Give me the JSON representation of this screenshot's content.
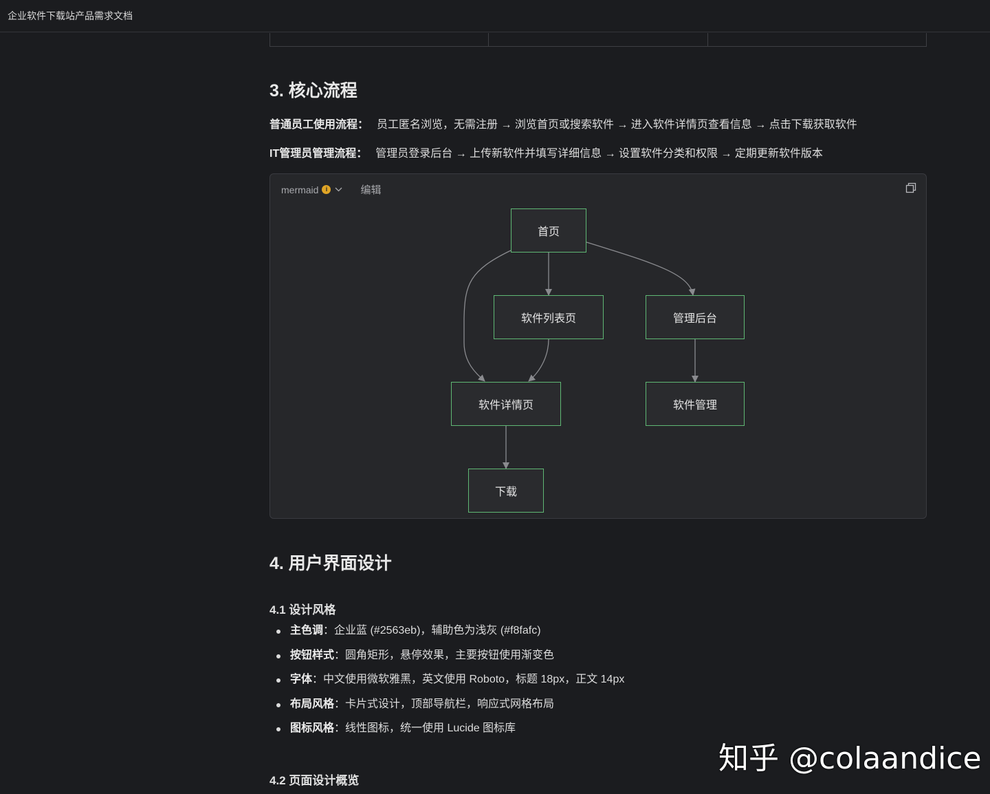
{
  "window": {
    "title": "企业软件下载站产品需求文档"
  },
  "section3": {
    "heading": "3. 核心流程",
    "flows": [
      {
        "label": "普通员工使用流程：",
        "text": "员工匿名浏览，无需注册 → 浏览首页或搜索软件 → 进入软件详情页查看信息 → 点击下载获取软件"
      },
      {
        "label": "IT管理员管理流程：",
        "text": "管理员登录后台 → 上传新软件并填写详细信息 → 设置软件分类和权限 → 定期更新软件版本"
      }
    ]
  },
  "mermaid": {
    "lang_label": "mermaid",
    "info_badge": "i",
    "edit_label": "编辑",
    "icons": {
      "dropdown": "chevron-down-icon",
      "copy": "copy-icon"
    },
    "colors": {
      "node_border": "#5fb874",
      "node_fill": "#2a2b2e",
      "edge": "#8a8b8f"
    },
    "nodes": [
      {
        "id": "home",
        "label": "首页"
      },
      {
        "id": "list",
        "label": "软件列表页"
      },
      {
        "id": "admin",
        "label": "管理后台"
      },
      {
        "id": "detail",
        "label": "软件详情页"
      },
      {
        "id": "manage",
        "label": "软件管理"
      },
      {
        "id": "download",
        "label": "下载"
      }
    ],
    "edges": [
      {
        "from": "home",
        "to": "list"
      },
      {
        "from": "home",
        "to": "admin"
      },
      {
        "from": "home",
        "to": "detail"
      },
      {
        "from": "list",
        "to": "detail"
      },
      {
        "from": "admin",
        "to": "manage"
      },
      {
        "from": "detail",
        "to": "download"
      }
    ]
  },
  "section4": {
    "heading": "4. 用户界面设计",
    "sub1": "4.1 设计风格",
    "items": [
      {
        "label": "主色调",
        "text": "：企业蓝 (#2563eb)，辅助色为浅灰 (#f8fafc)"
      },
      {
        "label": "按钮样式",
        "text": "：圆角矩形，悬停效果，主要按钮使用渐变色"
      },
      {
        "label": "字体",
        "text": "：中文使用微软雅黑，英文使用 Roboto，标题 18px，正文 14px"
      },
      {
        "label": "布局风格",
        "text": "：卡片式设计，顶部导航栏，响应式网格布局"
      },
      {
        "label": "图标风格",
        "text": "：线性图标，统一使用 Lucide 图标库"
      }
    ],
    "sub2": "4.2 页面设计概览"
  },
  "watermark": "知乎 @colaandice"
}
